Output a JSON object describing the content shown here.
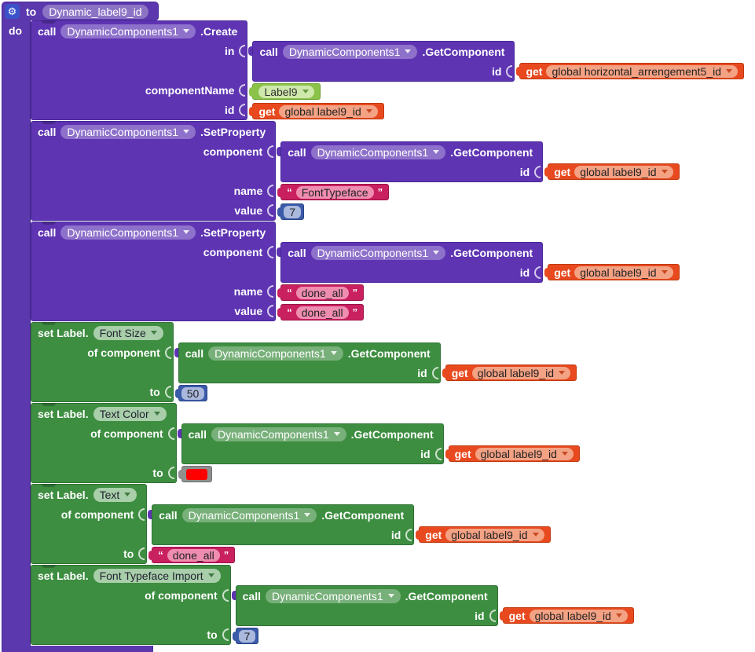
{
  "colors": {
    "proc-purple": "#5b38ad",
    "call-purple": "#5e34b3",
    "purple-dark": "#47279a",
    "set-green": "#3e8e41",
    "set-green-dark": "#2f7034",
    "set-green-pill": "#a8cfa9",
    "label9-green": "#8bc34a",
    "label9-dark": "#6b9e2f",
    "label9-pill": "#cfe8ab",
    "get-orange": "#e8491e",
    "get-orange-dark": "#c03a10",
    "get-pill": "#f4a284",
    "text-crimson": "#c9205f",
    "text-crimson-dark": "#9a1247",
    "text-pill": "#ef8db0",
    "math-blue": "#3b5ba9",
    "math-blue-dark": "#2a4688",
    "math-pill": "#aab8dd",
    "color-gray": "#8f8f8f",
    "color-gray-dark": "#707070",
    "swatch-red": "#ff0000",
    "gear-blue": "#3c52c9",
    "workspace-bg": "#ffffff"
  },
  "ui": {
    "gear_icon": "⚙",
    "open_quote": "“",
    "close_quote": "”"
  },
  "procedure": {
    "to_label": "to",
    "name": "Dynamic_label9_id",
    "do_label": "do"
  },
  "blocks": [
    {
      "header": {
        "call": "call",
        "component": "DynamicComponents1",
        "method": ".Create"
      },
      "rows": [
        {
          "label": "in",
          "get_component": {
            "call": "call",
            "component": "DynamicComponents1",
            "method": ".GetComponent",
            "id_label": "id",
            "get": "get",
            "variable": "global horizontal_arrengement5_id"
          }
        },
        {
          "label": "componentName",
          "component_type": "Label9"
        },
        {
          "label": "id",
          "get": "get",
          "variable": "global label9_id"
        }
      ]
    },
    {
      "header": {
        "call": "call",
        "component": "DynamicComponents1",
        "method": ".SetProperty"
      },
      "rows": [
        {
          "label": "component",
          "get_component": {
            "call": "call",
            "component": "DynamicComponents1",
            "method": ".GetComponent",
            "id_label": "id",
            "get": "get",
            "variable": "global label9_id"
          }
        },
        {
          "label": "name",
          "text": "FontTypeface"
        },
        {
          "label": "value",
          "number": "7"
        }
      ]
    },
    {
      "header": {
        "call": "call",
        "component": "DynamicComponents1",
        "method": ".SetProperty"
      },
      "rows": [
        {
          "label": "component",
          "get_component": {
            "call": "call",
            "component": "DynamicComponents1",
            "method": ".GetComponent",
            "id_label": "id",
            "get": "get",
            "variable": "global label9_id"
          }
        },
        {
          "label": "name",
          "text": "done_all"
        },
        {
          "label": "value",
          "text": "done_all"
        }
      ]
    },
    {
      "header": {
        "set": "set Label.",
        "property": "Font Size"
      },
      "rows": [
        {
          "label": "of component",
          "get_component": {
            "call": "call",
            "component": "DynamicComponents1",
            "method": ".GetComponent",
            "id_label": "id",
            "get": "get",
            "variable": "global label9_id"
          }
        },
        {
          "label": "to",
          "number": "50"
        }
      ]
    },
    {
      "header": {
        "set": "set Label.",
        "property": "Text Color"
      },
      "rows": [
        {
          "label": "of component",
          "get_component": {
            "call": "call",
            "component": "DynamicComponents1",
            "method": ".GetComponent",
            "id_label": "id",
            "get": "get",
            "variable": "global label9_id"
          }
        },
        {
          "label": "to",
          "color": "#ff0000"
        }
      ]
    },
    {
      "header": {
        "set": "set Label.",
        "property": "Text"
      },
      "rows": [
        {
          "label": "of component",
          "get_component": {
            "call": "call",
            "component": "DynamicComponents1",
            "method": ".GetComponent",
            "id_label": "id",
            "get": "get",
            "variable": "global label9_id"
          }
        },
        {
          "label": "to",
          "text": "done_all"
        }
      ]
    },
    {
      "header": {
        "set": "set Label.",
        "property": "Font Typeface Import"
      },
      "rows": [
        {
          "label": "of component",
          "get_component": {
            "call": "call",
            "component": "DynamicComponents1",
            "method": ".GetComponent",
            "id_label": "id",
            "get": "get",
            "variable": "global label9_id"
          }
        },
        {
          "label": "to",
          "number": "7"
        }
      ]
    }
  ]
}
